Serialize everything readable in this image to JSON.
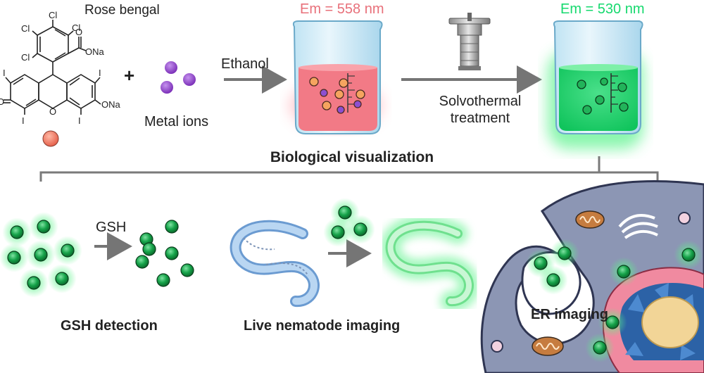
{
  "labels": {
    "rose_bengal": "Rose bengal",
    "em_1": "Em = 558 nm",
    "em_2": "Em = 530 nm",
    "ethanol": "Ethanol",
    "metal_ions": "Metal ions",
    "solvothermal_line1": "Solvothermal",
    "solvothermal_line2": "treatment",
    "biological_visualization": "Biological visualization",
    "gsh": "GSH",
    "gsh_detection": "GSH detection",
    "live_nematode_imaging": "Live nematode imaging",
    "er_imaging": "ER imaging",
    "plus": "+"
  },
  "chem_atoms": {
    "cl": "Cl",
    "i": "I",
    "o": "O",
    "ona": "ONa"
  },
  "colors": {
    "em_1": "#e8707a",
    "em_2": "#16d96e",
    "red_solution": "#f27a86",
    "green_solution": "#19d468",
    "purple_ion": "#9b4fcf",
    "green_dot": "#19a349",
    "cell_body": "#8c96b4",
    "arrow": "#757575"
  },
  "icons": [
    "beaker-icon",
    "autoclave-icon",
    "nematode-icon",
    "mitochondrion-icon",
    "golgi-icon",
    "nucleus-icon"
  ]
}
